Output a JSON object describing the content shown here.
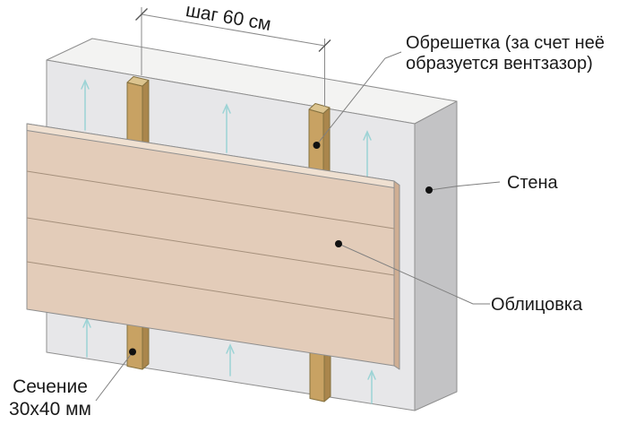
{
  "annotations": {
    "dimension": {
      "text": "шаг 60 см"
    },
    "battens": {
      "line1": "Обрешетка (за счет неё",
      "line2": "образуется вентзазор)"
    },
    "wall": {
      "text": "Стена"
    },
    "cladding": {
      "text": "Облицовка"
    },
    "section": {
      "line1": "Сечение",
      "line2": "30x40 мм"
    }
  },
  "icons": {
    "airflow_arrow": "thin-up-arrow"
  },
  "colors": {
    "background": "#ffffff",
    "wall_top": "#f3f3f2",
    "wall_front": "#e7e7e9",
    "wall_side": "#c3c3c5",
    "batten_front": "#c8a263",
    "batten_side": "#aa864c",
    "batten_top": "#dcc48f",
    "clad_front": "#e3ccb9",
    "clad_edge": "#efe0d1",
    "clad_side": "#cfae93",
    "seam": "#a5907c",
    "outline": "#8f8f8f",
    "batten_outline": "#85713f",
    "arrow": "#9bd3d5",
    "leader": "#7f7f7f",
    "dim_line": "#8a8a8a",
    "tick": "#555555",
    "dot": "#111111",
    "text": "#1a1a1a"
  }
}
